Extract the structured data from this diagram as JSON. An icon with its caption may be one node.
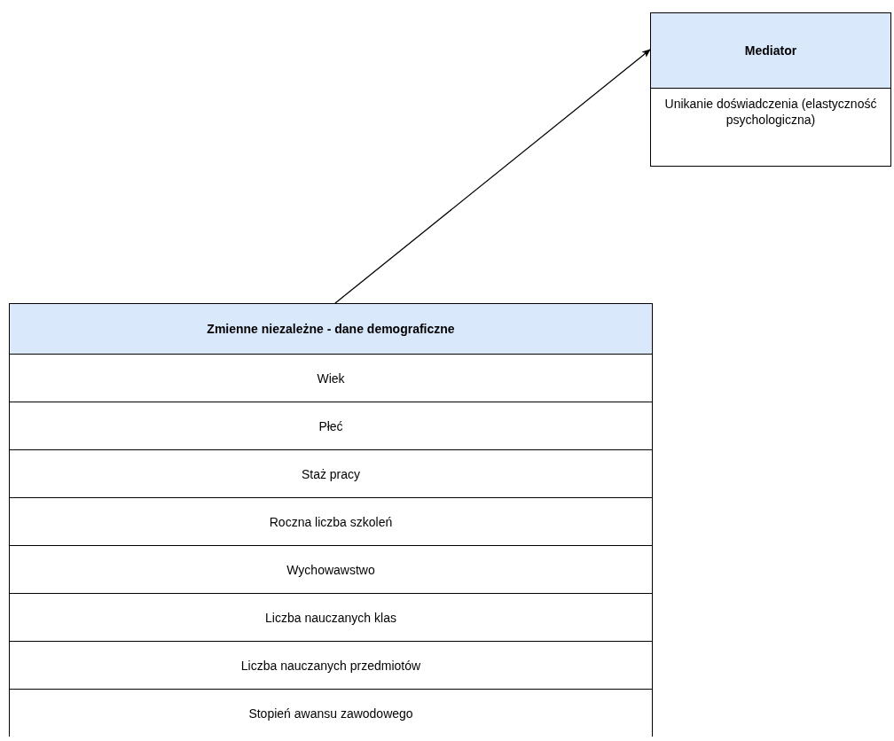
{
  "diagram": {
    "nodes": [
      {
        "text": [
          "Mediator",
          "Unikanie doświadczenia (elastyczność psychologiczna)"
        ]
      },
      {
        "text": [
          "Zmienne niezależne - dane demograficzne"
        ]
      },
      {
        "text": [
          "Wiek"
        ],
        "in": 1
      },
      {
        "text": [
          "Płeć"
        ],
        "in": 1
      },
      {
        "text": [
          "Staż pracy"
        ],
        "in": 1
      },
      {
        "text": [
          "Roczna liczba szkoleń"
        ],
        "in": 1
      },
      {
        "text": [
          "Wychowawstwo"
        ],
        "in": 1
      },
      {
        "text": [
          "Liczba nauczanych klas"
        ],
        "in": 1
      },
      {
        "text": [
          "Liczba nauczanych przedmiotów"
        ],
        "in": 1
      },
      {
        "text": [
          "Stopień awansu zawodowego"
        ],
        "in": 1
      }
    ],
    "edges": [
      {
        "from": 1,
        "to": 0,
        "arrow": "to"
      }
    ]
  }
}
